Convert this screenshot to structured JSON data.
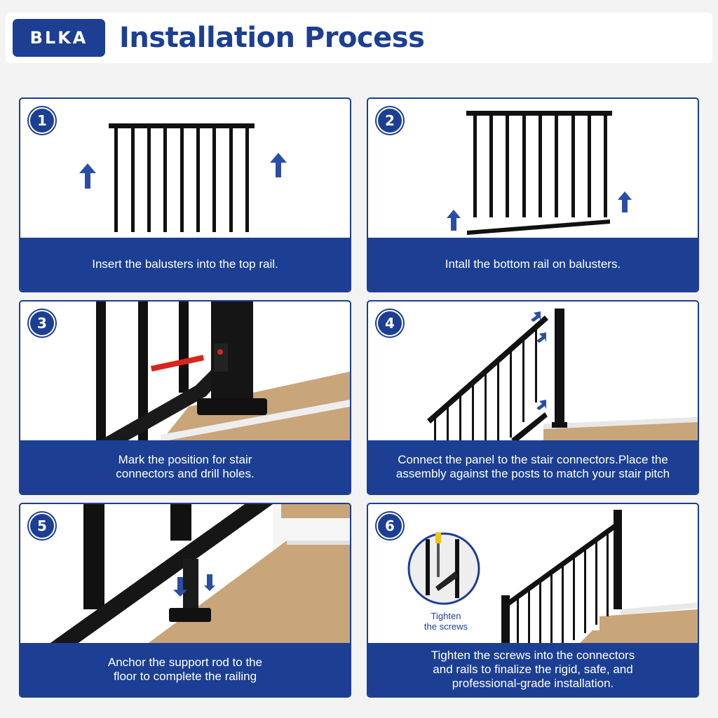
{
  "header": {
    "logo": "BLKA",
    "title": "Installation Process"
  },
  "steps": [
    {
      "number": "1",
      "caption": [
        "Insert the balusters into the top rail."
      ]
    },
    {
      "number": "2",
      "caption": [
        "Intall the bottom rail on balusters."
      ]
    },
    {
      "number": "3",
      "caption": [
        "Mark the position for stair",
        "connectors and drill holes."
      ]
    },
    {
      "number": "4",
      "caption": [
        "Connect the panel to the stair connectors.Place the",
        "assembly against the posts to match your stair pitch"
      ]
    },
    {
      "number": "5",
      "caption": [
        "Anchor the support rod to the",
        "floor to complete the railing"
      ]
    },
    {
      "number": "6",
      "caption": [
        "Tighten the screws into the connectors",
        "and rails to finalize the rigid, safe, and",
        "professional-grade installation."
      ]
    }
  ],
  "inset": {
    "label": [
      "Tighten",
      "the screws"
    ]
  },
  "colors": {
    "brand": "#1c3f94",
    "rail": "#111111",
    "drill": "#d9251c",
    "wood": "#c9a57a"
  }
}
